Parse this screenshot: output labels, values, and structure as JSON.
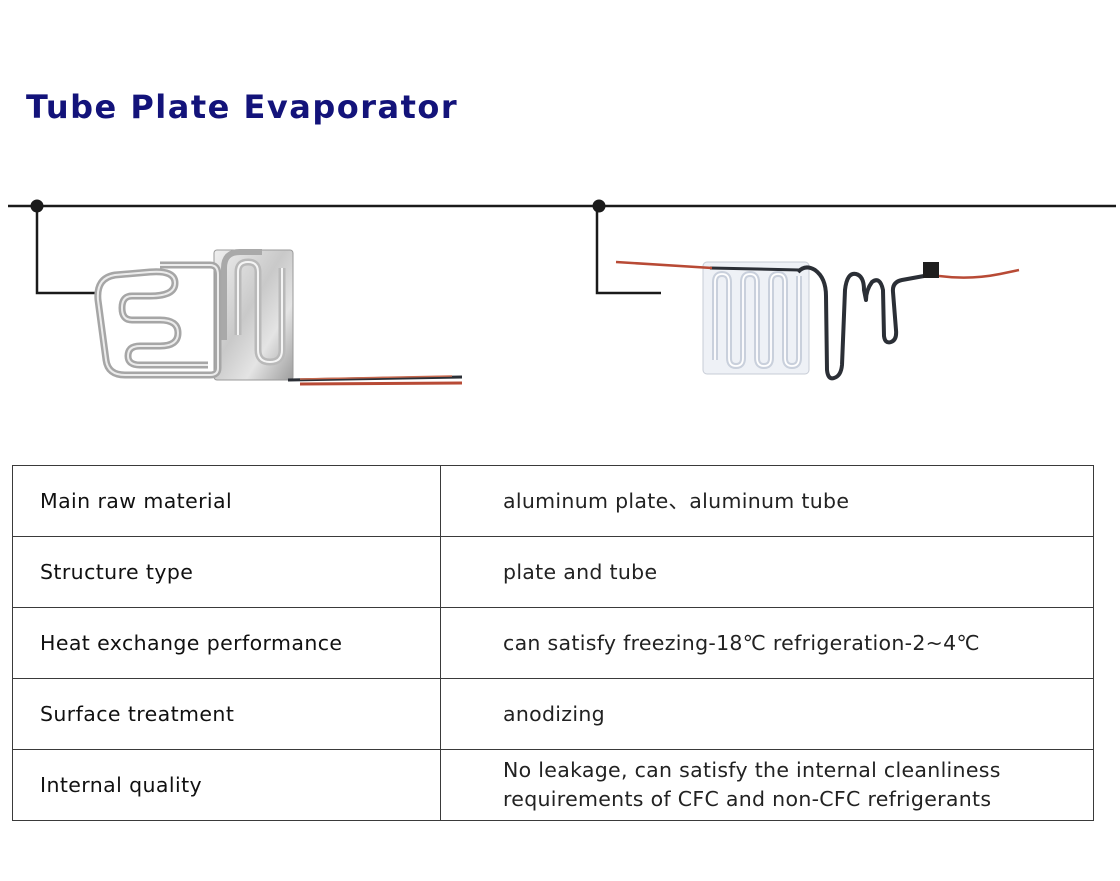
{
  "page": {
    "title": "Tube Plate Evaporator"
  },
  "colors": {
    "title": "#13137a",
    "connector_line": "#1a1a1a",
    "plate": "#d9d9d9",
    "tube": "#b8b8b8",
    "wire_red": "#b84a35",
    "cable_dark": "#2b2f36",
    "table_border": "#3a3a3a"
  },
  "figures": [
    {
      "name": "evaporator-photo-1",
      "icon": "aluminum-plate-with-serpentine-tube"
    },
    {
      "name": "evaporator-photo-2",
      "icon": "anodized-plate-with-coiled-tube-and-cable"
    }
  ],
  "specs": {
    "rows": [
      {
        "label": "Main raw material",
        "value": [
          "aluminum plate、aluminum tube"
        ]
      },
      {
        "label": "Structure type",
        "value": [
          "plate and tube"
        ]
      },
      {
        "label": "Heat exchange performance",
        "value": [
          "can satisfy freezing-18℃ refrigeration-2~4℃"
        ]
      },
      {
        "label": "Surface treatment",
        "value": [
          "anodizing"
        ]
      },
      {
        "label": "Internal quality",
        "value": [
          "No leakage, can satisfy the internal cleanliness",
          "requirements of CFC and non-CFC refrigerants"
        ]
      }
    ]
  }
}
